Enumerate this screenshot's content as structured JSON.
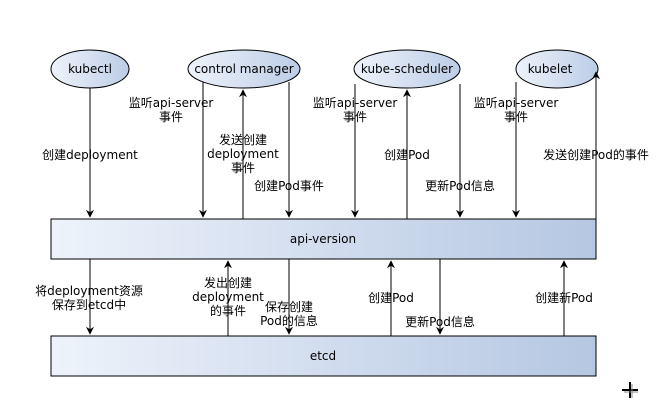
{
  "nodes": {
    "kubectl": "kubectl",
    "control_manager": "control manager",
    "kube_scheduler": "kube-scheduler",
    "kubelet": "kubelet",
    "api_version": "api-version",
    "etcd": "etcd"
  },
  "edges": {
    "kubectl_create": [
      "创建deployment"
    ],
    "cm_watch": [
      "监听api-server",
      "事件"
    ],
    "cm_send": [
      "发送创建",
      "deployment",
      "事件"
    ],
    "cm_create_pod_event": [
      "创建Pod事件"
    ],
    "sched_watch": [
      "监听api-server",
      "事件"
    ],
    "sched_create_pod": [
      "创建Pod"
    ],
    "sched_update_pod": [
      "更新Pod信息"
    ],
    "kubelet_watch": [
      "监听api-server",
      "事件"
    ],
    "kubelet_send": [
      "发送创建Pod的事件"
    ],
    "save_deploy": [
      "将deployment资源",
      "保存到etcd中"
    ],
    "emit_deploy": [
      "发出创建",
      "deployment",
      "的事件"
    ],
    "save_pod": [
      "保存创建",
      "Pod的信息"
    ],
    "etcd_create_pod": [
      "创建Pod"
    ],
    "etcd_update_pod": [
      "更新Pod信息"
    ],
    "etcd_create_new_pod": [
      "创建新Pod"
    ]
  },
  "colors": {
    "node_fill_light": "#eef3fb",
    "node_fill_dark": "#b5c7e2",
    "stroke": "#000000"
  },
  "icons": {
    "corner": "crosshair-icon"
  }
}
